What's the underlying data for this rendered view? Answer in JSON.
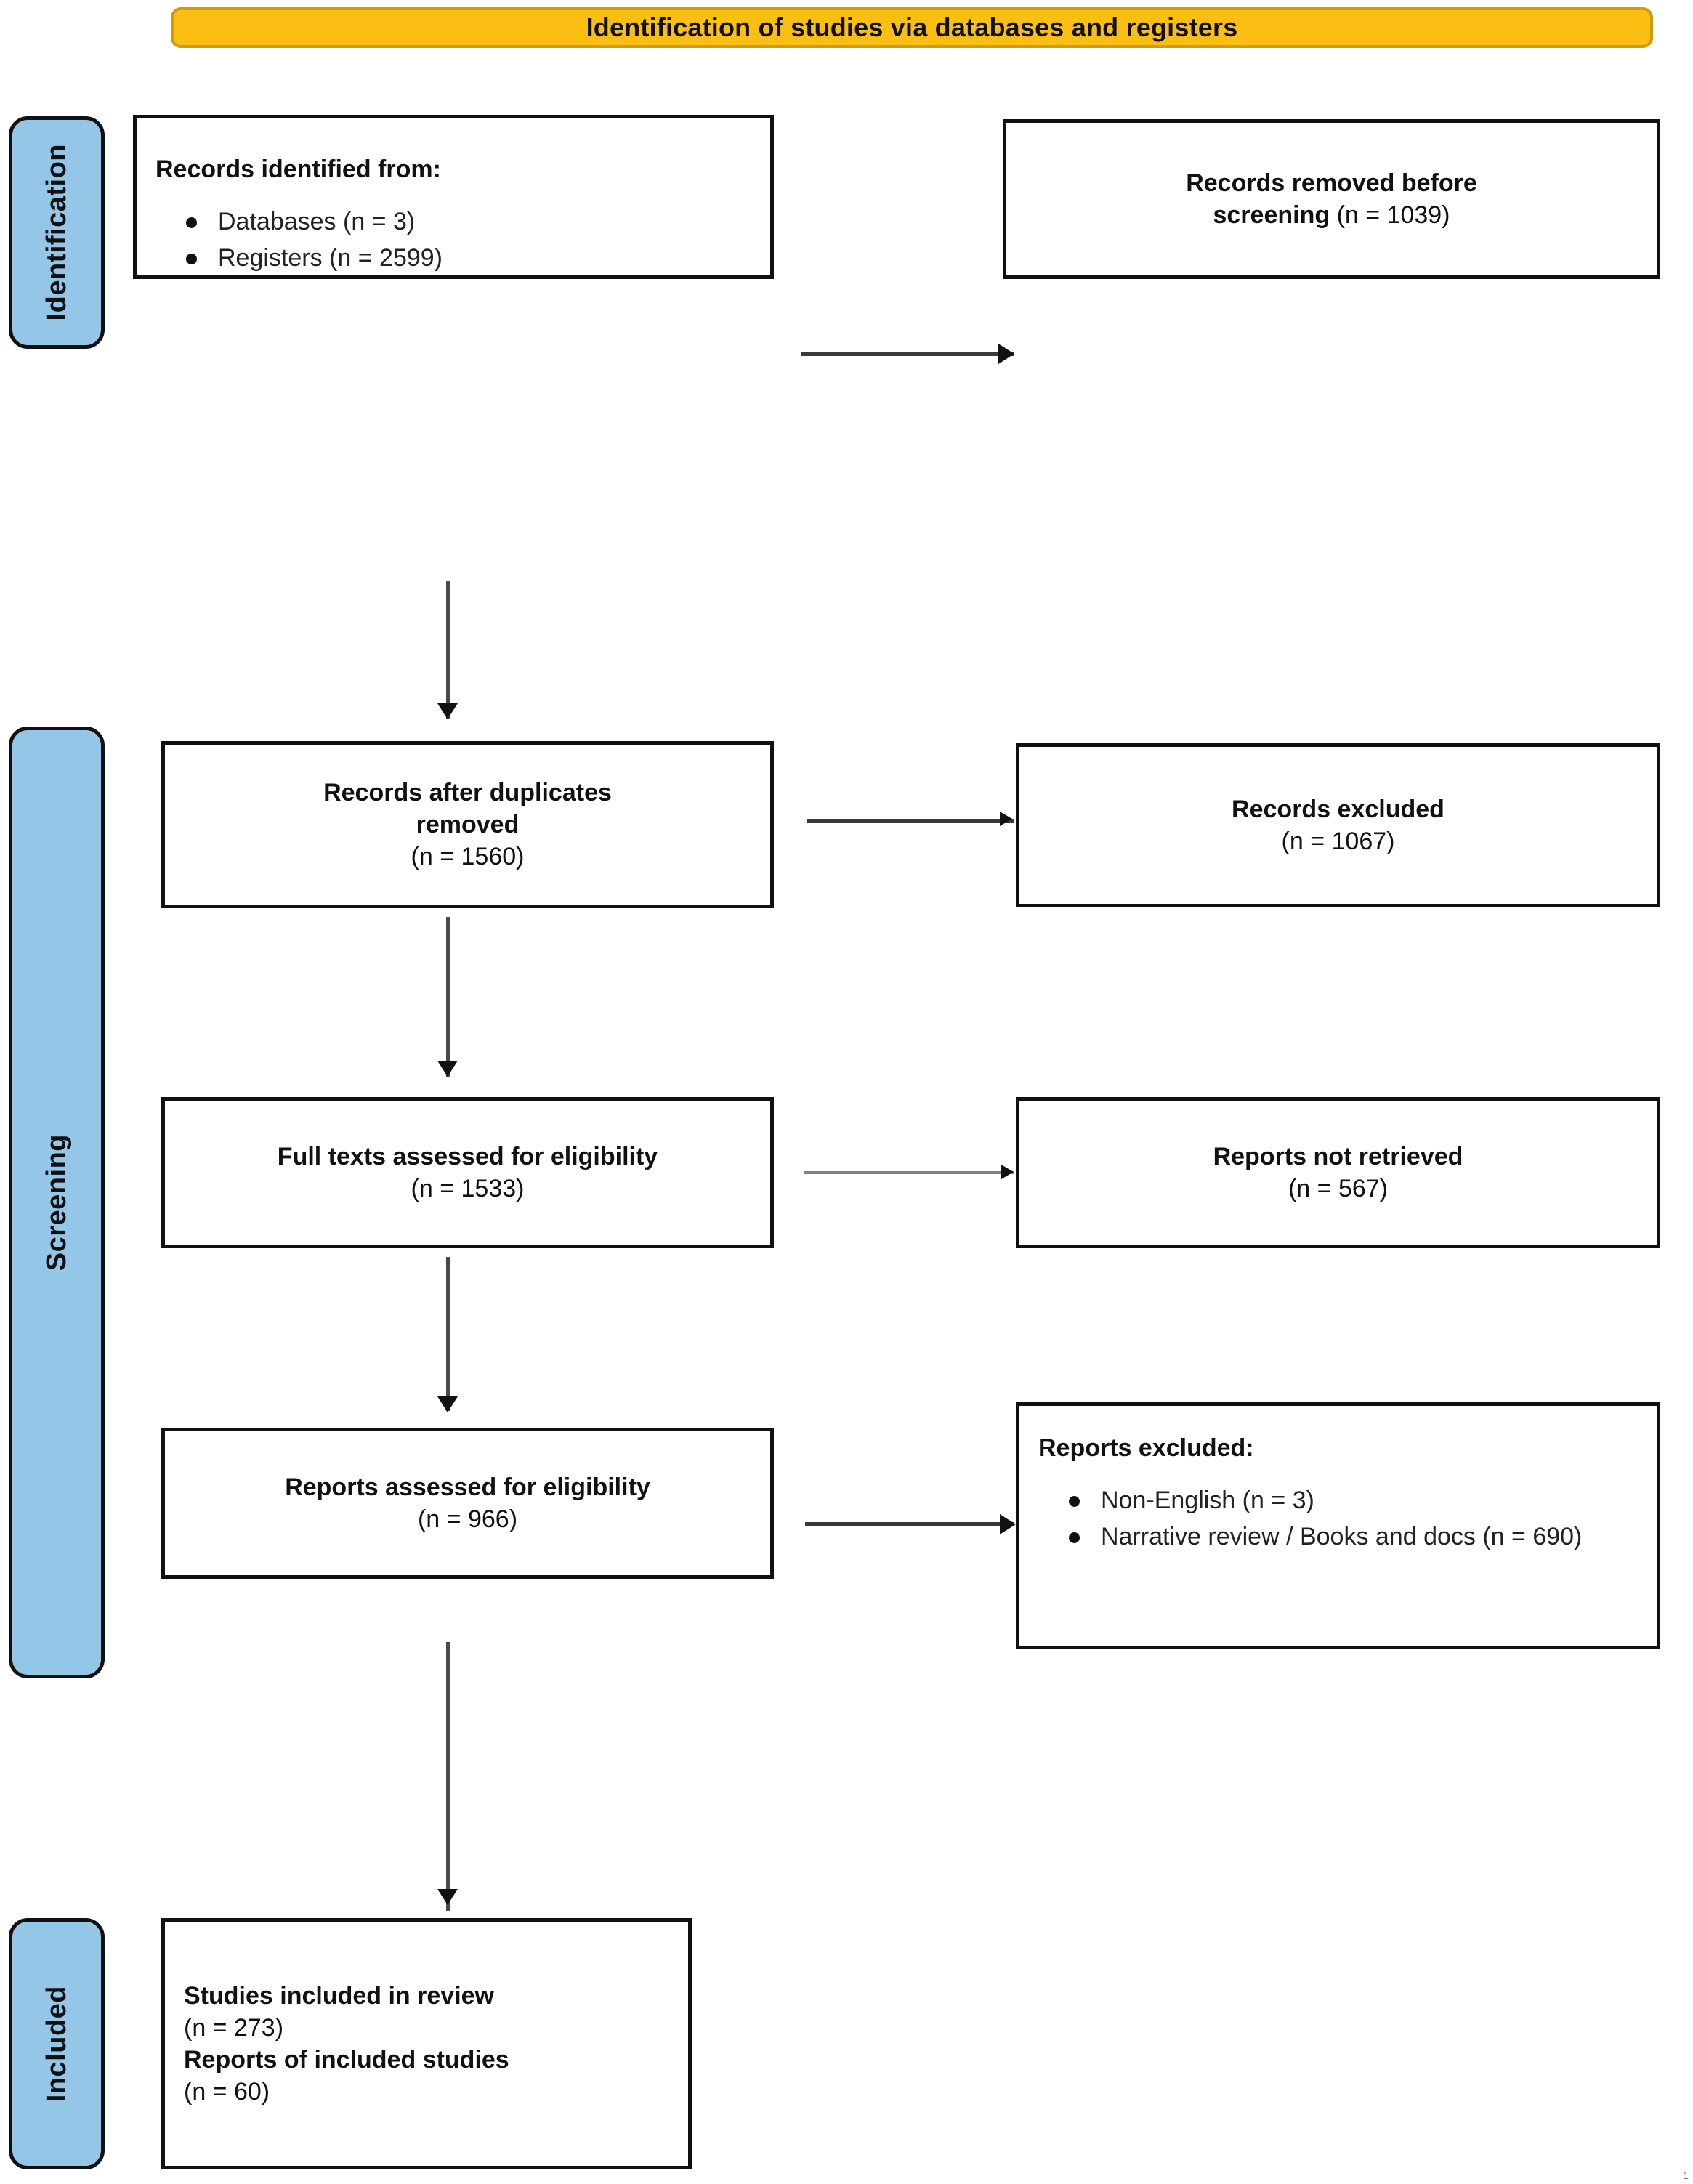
{
  "banner": {
    "title": "Identification of studies via databases and registers"
  },
  "stages": [
    {
      "id": "identification",
      "label": "Identification"
    },
    {
      "id": "screening",
      "label": "Screening"
    },
    {
      "id": "included",
      "label": "Included"
    }
  ],
  "boxes": {
    "identified": {
      "title": "Records identified from:",
      "bullets": [
        "Databases (n = 3)",
        "Registers (n = 2599)"
      ]
    },
    "removed": {
      "title": "Records removed before",
      "title2": "screening ",
      "count": "(n = 1039)"
    },
    "after_duplicates": {
      "title": "Records after duplicates",
      "title2": "removed",
      "count": "(n = 1560)"
    },
    "records_excluded": {
      "title": "Records excluded",
      "count": "(n = 1067)"
    },
    "full_texts": {
      "title": "Full texts assessed for eligibility",
      "count": "(n = 1533)"
    },
    "not_retrieved": {
      "title": "Reports not retrieved",
      "count": "(n = 567)"
    },
    "reports_assessed": {
      "title": "Reports assessed for eligibility",
      "count": "(n = 966)"
    },
    "reports_excluded": {
      "title": "Reports excluded:",
      "bullets": [
        "Non-English  (n = 3)",
        "Narrative review / Books and docs  (n = 690)"
      ]
    },
    "included": {
      "title": "Studies included in review",
      "count": "(n = 273)",
      "title2": "Reports of included studies",
      "count2": "(n = 60)"
    }
  },
  "colors": {
    "banner_fill": "#FBBF14",
    "banner_border": "#D19B08",
    "stage_fill": "#93C6E7",
    "box_border": "#111111",
    "connector": "#3a3a3a"
  },
  "corner_mark": "1"
}
